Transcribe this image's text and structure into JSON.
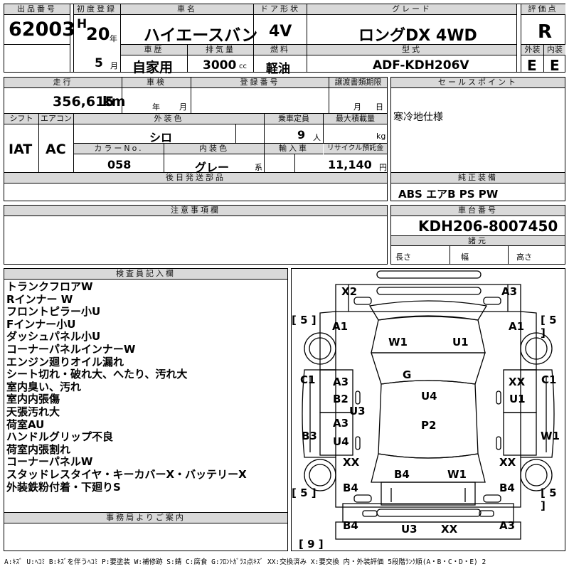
{
  "headers": {
    "lot_no": "出品番号",
    "first_reg": "初度登録",
    "car_name": "車名",
    "door": "ドア形状",
    "grade": "グレード",
    "score": "評価点",
    "history": "車歴",
    "displacement": "排気量",
    "fuel": "燃料",
    "model": "型式",
    "exterior": "外装",
    "interior": "内装",
    "mileage": "走行",
    "inspection": "車検",
    "reg_no": "登録番号",
    "transfer_deadline": "譲渡書類期限",
    "sales_point": "セールスポイント",
    "shift": "シフト",
    "aircon": "エアコン",
    "ext_color": "外装色",
    "capacity": "乗車定員",
    "max_load": "最大積載量",
    "color_no": "カラーNo.",
    "int_color": "内装色",
    "import": "輸入車",
    "recycle": "リサイクル預託金",
    "later_parts": "後日発送部品",
    "genuine_equip": "純正装備",
    "caution": "注意事項欄",
    "chassis_no": "車台番号",
    "specs": "諸元",
    "inspector": "検査員記入欄",
    "office_notice": "事務局よりご案内"
  },
  "vehicle": {
    "lot_no": "62003",
    "era": "H",
    "year": "20",
    "year_unit": "年",
    "month": "5",
    "month_unit": "月",
    "car_name": "ハイエースバン",
    "door": "4V",
    "grade": "ロングDX 4WD",
    "score": "R",
    "history": "自家用",
    "displacement": "3000",
    "displacement_unit": "cc",
    "fuel": "軽油",
    "model": "ADF-KDH206V",
    "exterior_grade": "E",
    "interior_grade": "E",
    "mileage": "356,615",
    "mileage_unit": "km",
    "insp_year_unit": "年",
    "insp_month_unit": "月",
    "transfer_month_unit": "月",
    "transfer_day_unit": "日",
    "sales_point": "寒冷地仕様",
    "shift": "IAT",
    "aircon": "AC",
    "ext_color": "シロ",
    "capacity": "9",
    "capacity_unit": "人",
    "load_unit": "kg",
    "color_no": "058",
    "int_color": "グレー",
    "int_color_suffix": "系",
    "recycle": "11,140",
    "recycle_unit": "円",
    "genuine_equip": "ABS エアB PS PW",
    "chassis_no": "KDH206-8007450",
    "length_label": "長さ",
    "width_label": "幅",
    "height_label": "高さ"
  },
  "remarks": [
    "トランクフロアW",
    "Rインナー W",
    "フロントピラー小U",
    "Fインナー小U",
    "ダッシュパネル小U",
    "コーナーパネルインナーW",
    "エンジン廻りオイル漏れ",
    "シート切れ・破れ大、へたり、汚れ大",
    "室内臭い、汚れ",
    "室内内張傷",
    "天張汚れ大",
    "荷室AU",
    "ハンドルグリップ不良",
    "荷室内張割れ",
    "コーナーパネルW",
    "スタッドレスタイヤ・キーカバーX・バッテリーX",
    "外装鉄粉付着・下廻りS"
  ],
  "diagram_labels": {
    "x2": "X2",
    "a3_tr": "A3",
    "t5_l": "[ 5 ]",
    "t5_r": "[ 5 ]",
    "a1_l": "A1",
    "a1_r": "A1",
    "w1": "W1",
    "u1": "U1",
    "c1_l": "C1",
    "c1_r": "C1",
    "g": "G",
    "a3_l1": "A3",
    "xx_r1": "XX",
    "b2": "B2",
    "u4_c": "U4",
    "u1_r": "U1",
    "u3_c": "U3",
    "a3_l2": "A3",
    "p2": "P2",
    "b3": "B3",
    "w1_r": "W1",
    "u4_l": "U4",
    "xx_l": "XX",
    "xx_r2": "XX",
    "b4_c": "B4",
    "w1_b": "W1",
    "b4_l": "B4",
    "b4_r": "B4",
    "b5_l": "[ 5 ]",
    "b5_r": "[ 5 ]",
    "u3_b": "U3",
    "xx_b": "XX",
    "b4_bl": "B4",
    "a3_br": "A3",
    "t9": "[ 9 ]"
  },
  "legend": "A:ｷｽﾞ U:ﾍｺﾐ B:ｷｽﾞを伴うﾍｺﾐ P:要塗装 W:補修跡 S:錆 C:腐食 G:ﾌﾛﾝﾄｶﾞﾗｽ点ｷｽﾞ XX:交換済み X:要交換 内・外装評価 5段階ﾗﾝｸ順(A・B・C・D・E) 2"
}
